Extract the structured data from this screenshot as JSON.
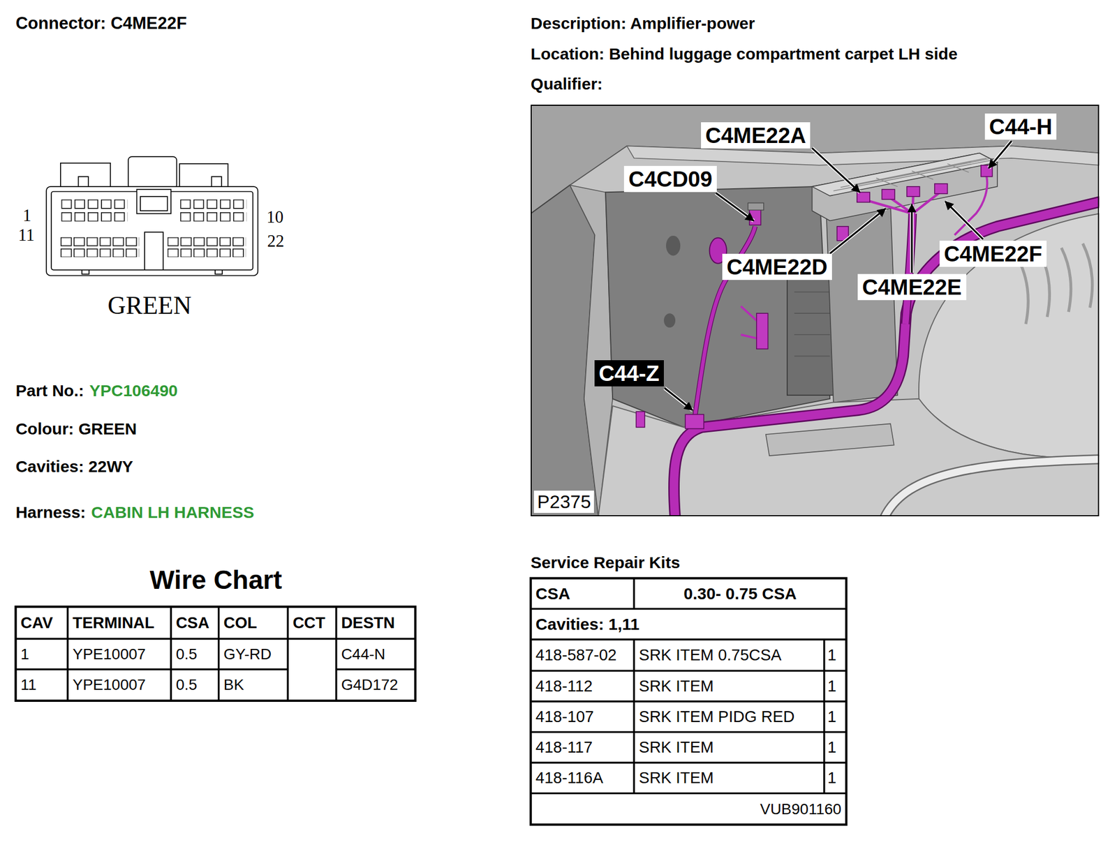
{
  "diagram": {
    "nodes": [
      {
        "text": [
          "P2375"
        ]
      },
      {
        "text": [
          "C44-H"
        ],
        "in": 0
      },
      {
        "text": [
          "C4ME22A"
        ],
        "in": 0
      },
      {
        "text": [
          "C4CD09"
        ],
        "in": 0
      },
      {
        "text": [
          "C4ME22F"
        ],
        "in": 0
      },
      {
        "text": [
          "C4ME22D"
        ],
        "in": 0
      },
      {
        "text": [
          "C4ME22E"
        ],
        "in": 0
      },
      {
        "text": [
          "C44-Z"
        ],
        "in": 0
      }
    ],
    "labels": [
      "Connector: C4ME22F",
      "Description: Amplifier-power",
      "Location: Behind luggage compartment carpet LH side",
      "Qualifier:",
      "1",
      "11",
      "10",
      "22",
      "GREEN",
      "Part No.:",
      "YPC106490",
      "Colour: GREEN",
      "Cavities: 22WY",
      "Harness:",
      "CABIN LH HARNESS",
      "Wire Chart",
      "CAV",
      "TERMINAL",
      "CSA",
      "COL",
      "CCT",
      "DESTN",
      "1",
      "YPE10007",
      "0.5",
      "GY-RD",
      "C44-N",
      "11",
      "YPE10007",
      "0.5",
      "BK",
      "G4D172",
      "Service Repair Kits",
      "CSA",
      "0.30- 0.75 CSA",
      "Cavities: 1,11",
      "418-587-02",
      "SRK ITEM 0.75CSA",
      "1",
      "418-112",
      "SRK ITEM",
      "1",
      "418-107",
      "SRK ITEM PIDG RED",
      "1",
      "418-117",
      "SRK ITEM",
      "1",
      "418-116A",
      "SRK ITEM",
      "1",
      "VUB901160"
    ]
  }
}
